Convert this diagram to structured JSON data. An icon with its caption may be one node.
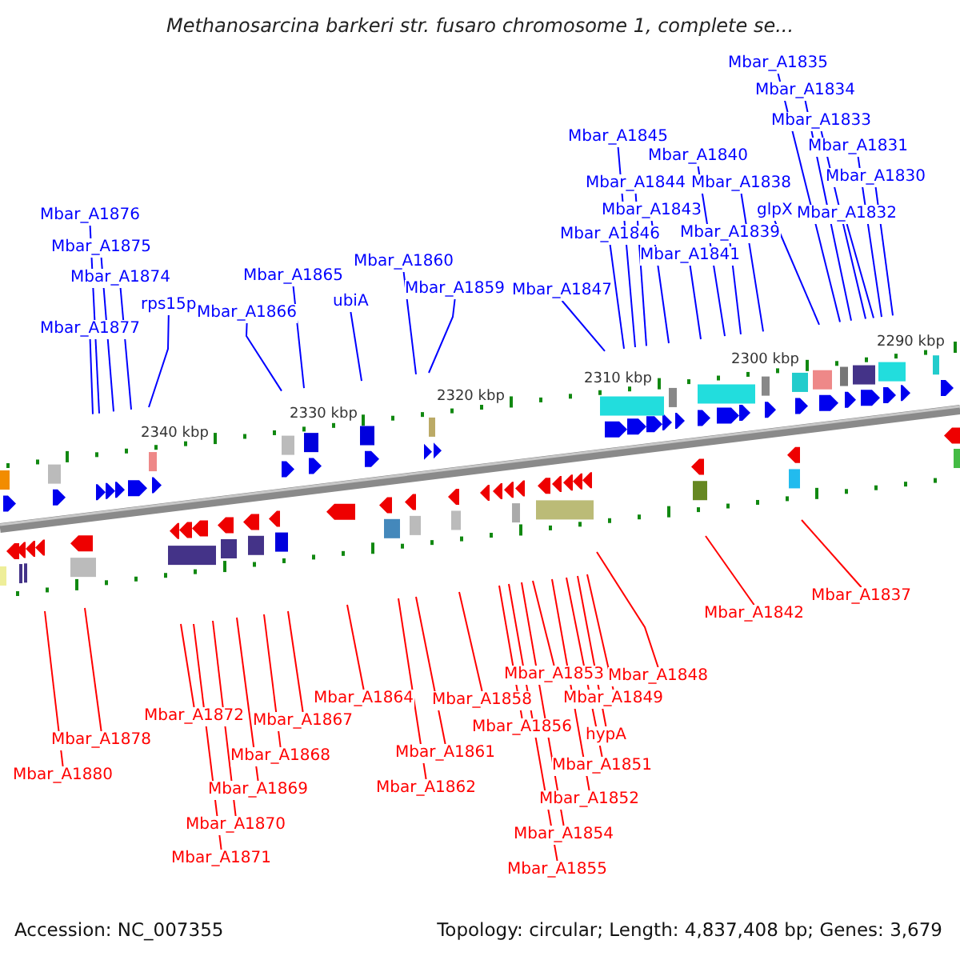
{
  "diagram": {
    "title": "Methanosarcina barkeri str. fusaro chromosome 1, complete se...",
    "nodes": [
      {
        "text": [
          "Mbar_A1835"
        ]
      },
      {
        "text": [
          "Mbar_A1834"
        ]
      },
      {
        "text": [
          "Mbar_A1833"
        ]
      },
      {
        "text": [
          "Mbar_A1845"
        ]
      },
      {
        "text": [
          "Mbar_A1831"
        ]
      },
      {
        "text": [
          "Mbar_A1840"
        ]
      },
      {
        "text": [
          "Mbar_A1830"
        ]
      },
      {
        "text": [
          "Mbar_A1844"
        ]
      },
      {
        "text": [
          "Mbar_A1838"
        ]
      },
      {
        "text": [
          "Mbar_A1843"
        ]
      },
      {
        "text": [
          "glpX"
        ]
      },
      {
        "text": [
          "Mbar_A1832"
        ]
      },
      {
        "text": [
          "Mbar_A1876"
        ]
      },
      {
        "text": [
          "Mbar_A1839"
        ]
      },
      {
        "text": [
          "Mbar_A1846"
        ]
      },
      {
        "text": [
          "Mbar_A1875"
        ]
      },
      {
        "text": [
          "Mbar_A1841"
        ]
      },
      {
        "text": [
          "Mbar_A1860"
        ]
      },
      {
        "text": [
          "Mbar_A1865"
        ]
      },
      {
        "text": [
          "Mbar_A1874"
        ]
      },
      {
        "text": [
          "Mbar_A1859"
        ]
      },
      {
        "text": [
          "Mbar_A1847"
        ]
      },
      {
        "text": [
          "ubiA"
        ]
      },
      {
        "text": [
          "rps15p"
        ]
      },
      {
        "text": [
          "Mbar_A1866"
        ]
      },
      {
        "text": [
          "Mbar_A1877"
        ]
      },
      {
        "text": [
          "Mbar_A1837"
        ]
      },
      {
        "text": [
          "Mbar_A1842"
        ]
      },
      {
        "text": [
          "Mbar_A1853"
        ]
      },
      {
        "text": [
          "Mbar_A1848"
        ]
      },
      {
        "text": [
          "Mbar_A1849"
        ]
      },
      {
        "text": [
          "Mbar_A1864"
        ]
      },
      {
        "text": [
          "Mbar_A1858"
        ]
      },
      {
        "text": [
          "Mbar_A1872"
        ]
      },
      {
        "text": [
          "Mbar_A1867"
        ]
      },
      {
        "text": [
          "Mbar_A1856"
        ]
      },
      {
        "text": [
          "hypA"
        ]
      },
      {
        "text": [
          "Mbar_A1878"
        ]
      },
      {
        "text": [
          "Mbar_A1861"
        ]
      },
      {
        "text": [
          "Mbar_A1868"
        ]
      },
      {
        "text": [
          "Mbar_A1851"
        ]
      },
      {
        "text": [
          "Mbar_A1880"
        ]
      },
      {
        "text": [
          "Mbar_A1862"
        ]
      },
      {
        "text": [
          "Mbar_A1869"
        ]
      },
      {
        "text": [
          "Mbar_A1852"
        ]
      },
      {
        "text": [
          "Mbar_A1870"
        ]
      },
      {
        "text": [
          "Mbar_A1854"
        ]
      },
      {
        "text": [
          "Mbar_A1871"
        ]
      },
      {
        "text": [
          "Mbar_A1855"
        ]
      }
    ],
    "edges": [
      {
        "from": 0,
        "to": null,
        "arrow": "none"
      },
      {
        "from": 1,
        "to": null,
        "arrow": "none"
      },
      {
        "from": 2,
        "to": null,
        "arrow": "none"
      },
      {
        "from": 3,
        "to": null,
        "arrow": "none"
      },
      {
        "from": 4,
        "to": null,
        "arrow": "none"
      },
      {
        "from": 5,
        "to": null,
        "arrow": "none"
      },
      {
        "from": 6,
        "to": null,
        "arrow": "none"
      },
      {
        "from": 7,
        "to": null,
        "arrow": "none"
      },
      {
        "from": 8,
        "to": null,
        "arrow": "none"
      },
      {
        "from": 9,
        "to": null,
        "arrow": "none"
      },
      {
        "from": 10,
        "to": null,
        "arrow": "none"
      },
      {
        "from": 11,
        "to": null,
        "arrow": "none"
      },
      {
        "from": 12,
        "to": null,
        "arrow": "none"
      },
      {
        "from": 13,
        "to": null,
        "arrow": "none"
      },
      {
        "from": 14,
        "to": null,
        "arrow": "none"
      },
      {
        "from": 15,
        "to": null,
        "arrow": "none"
      },
      {
        "from": 16,
        "to": null,
        "arrow": "none"
      },
      {
        "from": 17,
        "to": null,
        "arrow": "none"
      },
      {
        "from": 18,
        "to": null,
        "arrow": "none"
      },
      {
        "from": 19,
        "to": null,
        "arrow": "none"
      },
      {
        "from": 20,
        "to": null,
        "arrow": "none"
      },
      {
        "from": 21,
        "to": null,
        "arrow": "none"
      },
      {
        "from": 22,
        "to": null,
        "arrow": "none"
      },
      {
        "from": 23,
        "to": null,
        "arrow": "none"
      },
      {
        "from": 24,
        "to": null,
        "arrow": "none"
      },
      {
        "from": 25,
        "to": null,
        "arrow": "none"
      },
      {
        "from": 26,
        "to": null,
        "arrow": "none",
        "color": "#ff0000"
      },
      {
        "from": 27,
        "to": null,
        "arrow": "none",
        "color": "#ff0000"
      },
      {
        "from": 28,
        "to": null,
        "arrow": "none",
        "color": "#ff0000"
      },
      {
        "from": 29,
        "to": null,
        "arrow": "none",
        "color": "#ff0000"
      },
      {
        "from": 30,
        "to": null,
        "arrow": "none",
        "color": "#ff0000"
      },
      {
        "from": 31,
        "to": null,
        "arrow": "none",
        "color": "#ff0000"
      },
      {
        "from": 32,
        "to": null,
        "arrow": "none",
        "color": "#ff0000"
      },
      {
        "from": 33,
        "to": null,
        "arrow": "none",
        "color": "#ff0000"
      },
      {
        "from": 34,
        "to": null,
        "arrow": "none",
        "color": "#ff0000"
      },
      {
        "from": 35,
        "to": null,
        "arrow": "none",
        "color": "#ff0000"
      },
      {
        "from": 36,
        "to": null,
        "arrow": "none",
        "color": "#ff0000"
      },
      {
        "from": 37,
        "to": null,
        "arrow": "none",
        "color": "#ff0000"
      },
      {
        "from": 38,
        "to": null,
        "arrow": "none",
        "color": "#ff0000"
      },
      {
        "from": 39,
        "to": null,
        "arrow": "none",
        "color": "#ff0000"
      },
      {
        "from": 40,
        "to": null,
        "arrow": "none",
        "color": "#ff0000"
      },
      {
        "from": 41,
        "to": null,
        "arrow": "none",
        "color": "#ff0000"
      },
      {
        "from": 42,
        "to": null,
        "arrow": "none",
        "color": "#ff0000"
      },
      {
        "from": 43,
        "to": null,
        "arrow": "none",
        "color": "#ff0000"
      },
      {
        "from": 44,
        "to": null,
        "arrow": "none",
        "color": "#ff0000"
      },
      {
        "from": 45,
        "to": null,
        "arrow": "none",
        "color": "#ff0000"
      },
      {
        "from": 46,
        "to": null,
        "arrow": "none",
        "color": "#ff0000"
      },
      {
        "from": 47,
        "to": null,
        "arrow": "none",
        "color": "#ff0000"
      },
      {
        "from": 48,
        "to": null,
        "arrow": "none",
        "color": "#ff0000"
      }
    ],
    "labels": [
      "2340 kbp",
      "2330 kbp",
      "2320 kbp",
      "2310 kbp",
      "2300 kbp",
      "2290 kbp",
      "Accession: NC_007355",
      "Topology: circular; Length: 4,837,408 bp; Genes: 3,679"
    ]
  }
}
